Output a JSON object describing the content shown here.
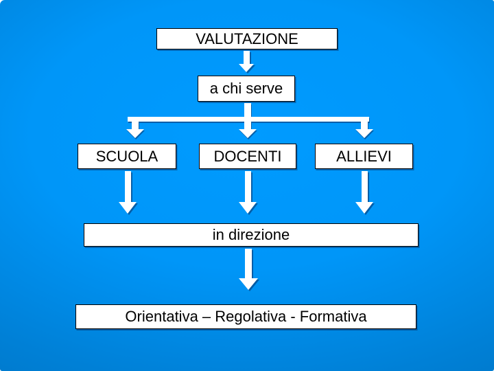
{
  "slide": {
    "colors": {
      "background_center": "#0099ff",
      "background_edge": "#0072bf",
      "box_fill": "#ffffff",
      "box_border": "#000000",
      "text": "#000000",
      "arrow": "#ffffff"
    }
  },
  "diagram": {
    "root_label": "VALUTAZIONE",
    "question_label": "a chi serve",
    "branches": [
      {
        "label": "SCUOLA"
      },
      {
        "label": "DOCENTI"
      },
      {
        "label": "ALLIEVI"
      }
    ],
    "direction_label": "in direzione",
    "outcome_label": "Orientativa – Regolativa - Formativa"
  }
}
